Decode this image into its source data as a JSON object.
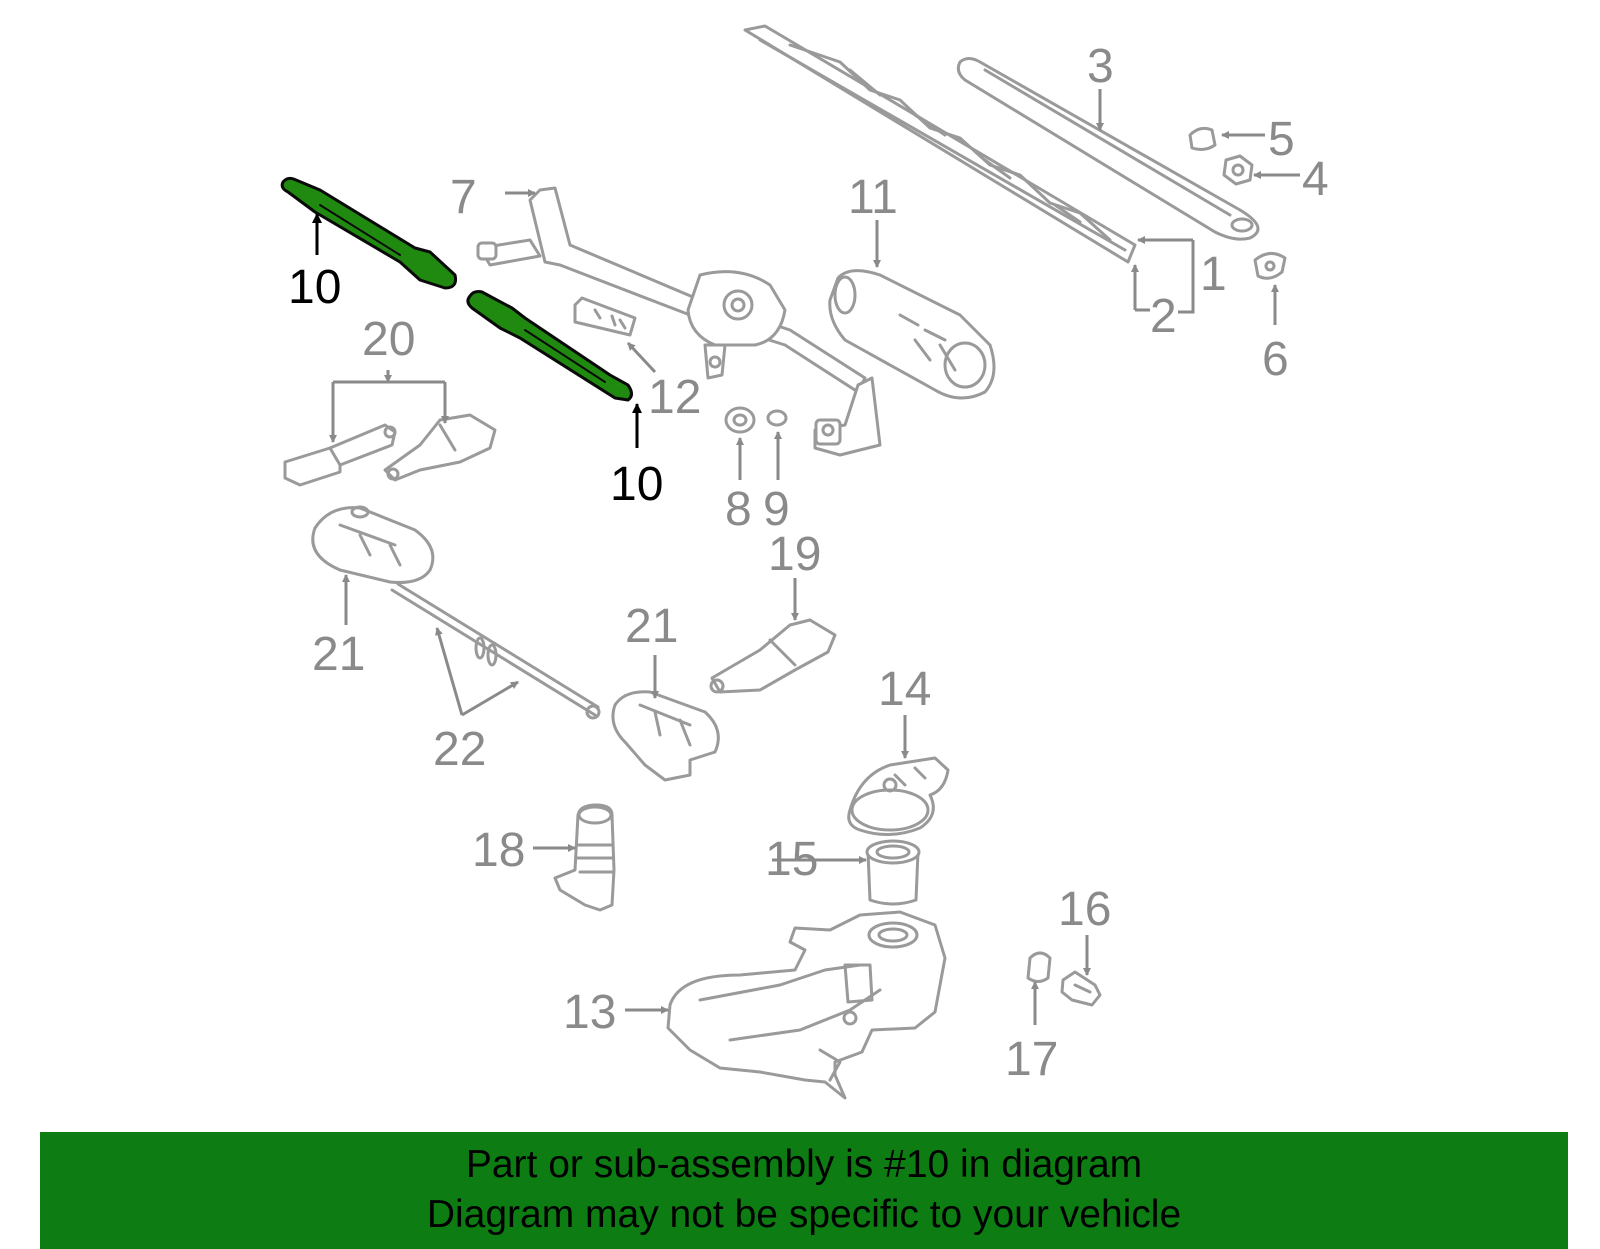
{
  "colors": {
    "highlight": "#1f8a0f",
    "banner": "#0d7c12",
    "part_line": "#9a9a9a",
    "label": "#8a8a8a"
  },
  "callouts": {
    "c1": "1",
    "c2": "2",
    "c3": "3",
    "c4": "4",
    "c5": "5",
    "c6": "6",
    "c7": "7",
    "c8": "8",
    "c9": "9",
    "c10a": "10",
    "c10b": "10",
    "c11": "11",
    "c12": "12",
    "c13": "13",
    "c14": "14",
    "c15": "15",
    "c16": "16",
    "c17": "17",
    "c18": "18",
    "c19": "19",
    "c20": "20",
    "c21a": "21",
    "c21b": "21",
    "c22": "22"
  },
  "banner": {
    "line1": "Part or sub-assembly is #10 in diagram",
    "line2": "Diagram may not be specific to your vehicle"
  }
}
